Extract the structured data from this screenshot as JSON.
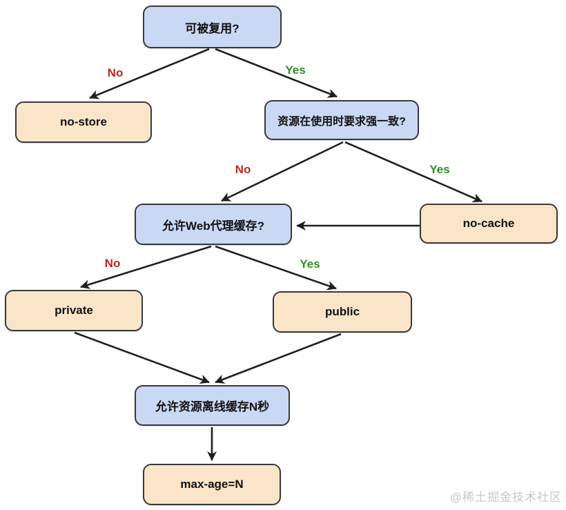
{
  "diagram": {
    "title_context": "HTTP Cache-Control decision flowchart",
    "nodes": {
      "reusable": {
        "label": "可被复用?",
        "type": "decision"
      },
      "no_store": {
        "label": "no-store",
        "type": "result"
      },
      "strong_consistency": {
        "label": "资源在使用时要求强一致?",
        "type": "decision"
      },
      "proxy_cache": {
        "label": "允许Web代理缓存?",
        "type": "decision"
      },
      "no_cache": {
        "label": "no-cache",
        "type": "result"
      },
      "private": {
        "label": "private",
        "type": "result"
      },
      "public": {
        "label": "public",
        "type": "result"
      },
      "offline_cache": {
        "label": "允许资源离线缓存N秒",
        "type": "decision"
      },
      "max_age": {
        "label": "max-age=N",
        "type": "result"
      }
    },
    "edge_labels": {
      "no": "No",
      "yes": "Yes"
    },
    "colors": {
      "decision_fill": "#c9d9f3",
      "result_fill": "#fbe5c8",
      "node_border": "#383838",
      "arrow": "#1f1f1f",
      "no_label": "#c1271d",
      "yes_label": "#2f8b25",
      "watermark": "#c9c9c9"
    },
    "watermark": "@稀土掘金技术社区"
  }
}
